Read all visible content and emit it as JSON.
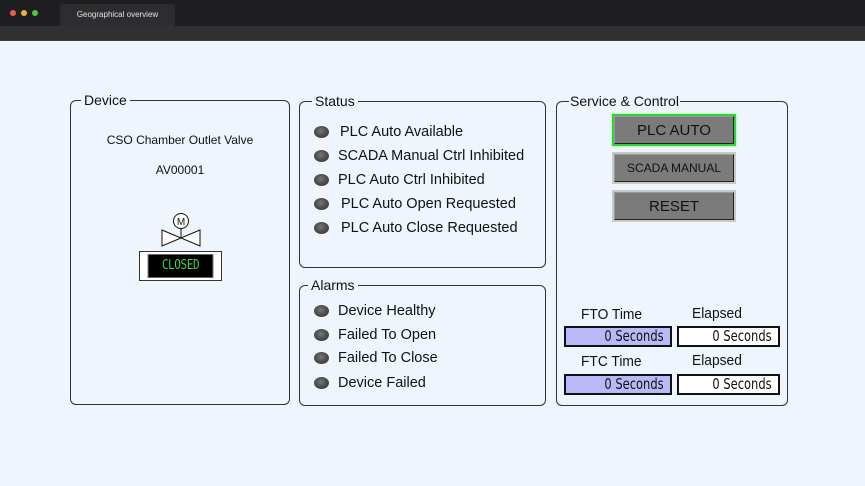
{
  "window": {
    "tab_title": "Geographical overview",
    "traffic_lights": [
      "#ee5b52",
      "#e6b53a",
      "#57c13d"
    ]
  },
  "device": {
    "legend": "Device",
    "name": "CSO Chamber Outlet Valve",
    "id": "AV00001",
    "icon": "motorized-valve-icon",
    "motor_label": "M",
    "state": "CLOSED",
    "state_color": "#43d143"
  },
  "status": {
    "legend": "Status",
    "items": [
      {
        "label": "PLC Auto Available",
        "state": "off"
      },
      {
        "label": "SCADA Manual Ctrl Inhibited",
        "state": "off"
      },
      {
        "label": "PLC Auto Ctrl Inhibited",
        "state": "off"
      },
      {
        "label": "PLC Auto Open Requested",
        "state": "off"
      },
      {
        "label": "PLC Auto Close Requested",
        "state": "off"
      }
    ]
  },
  "alarms": {
    "legend": "Alarms",
    "items": [
      {
        "label": "Device Healthy",
        "state": "off"
      },
      {
        "label": "Failed To Open",
        "state": "off"
      },
      {
        "label": "Failed To Close",
        "state": "off"
      },
      {
        "label": "Device Failed",
        "state": "off"
      }
    ]
  },
  "service": {
    "legend": "Service & Control",
    "buttons": [
      {
        "label": "PLC AUTO",
        "active": true
      },
      {
        "label": "SCADA MANUAL",
        "active": false
      },
      {
        "label": "RESET",
        "active": false
      }
    ],
    "fto_label": "FTO Time",
    "fto_value": "0  Seconds",
    "fto_elapsed_label": "Elapsed",
    "fto_elapsed_value": "0  Seconds",
    "ftc_label": "FTC Time",
    "ftc_value": "0  Seconds",
    "ftc_elapsed_label": "Elapsed",
    "ftc_elapsed_value": "0  Seconds",
    "active_color": "#36d13a",
    "setpoint_bg": "#b9b9f8"
  }
}
